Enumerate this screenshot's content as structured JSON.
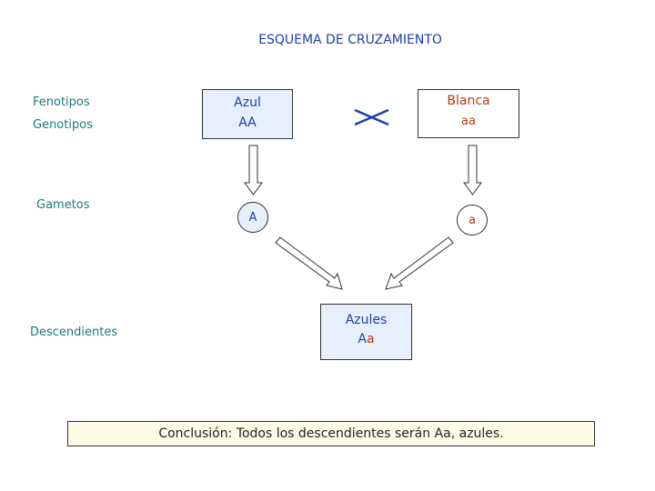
{
  "title": "ESQUEMA DE CRUZAMIENTO",
  "labels": {
    "fenotipos": "Fenotipos",
    "genotipos": "Genotipos",
    "gametos": "Gametos",
    "descendientes": "Descendientes"
  },
  "parent1": {
    "phenotype": "Azul",
    "genotype": "AA",
    "gamete": "A"
  },
  "parent2": {
    "phenotype": "Blanca",
    "genotype": "aa",
    "gamete": "a"
  },
  "cross_symbol": "X",
  "offspring": {
    "phenotype": "Azules",
    "genotype_dominant": "A",
    "genotype_recessive": "a"
  },
  "conclusion": "Conclusión: Todos los descendientes serán Aa, azules.",
  "colors": {
    "dominant": "#1f3fa6",
    "recessive": "#b23c0c",
    "label": "#1a7a7a",
    "blue_fill": "#e6effc",
    "conclusion_fill": "#fefce6"
  }
}
